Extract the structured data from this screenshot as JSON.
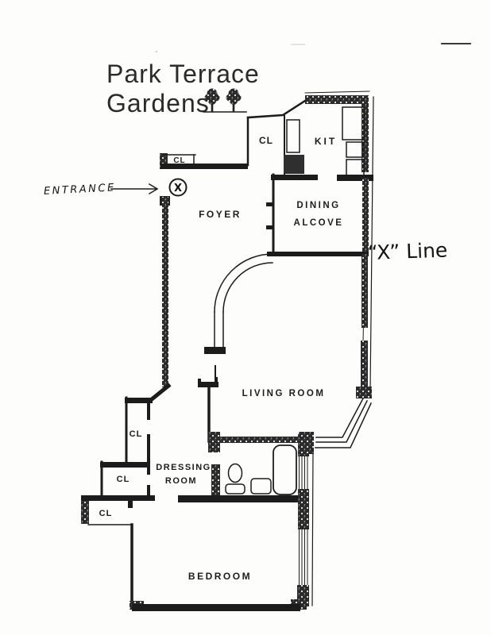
{
  "document": {
    "title_line1": "Park Terrace",
    "title_line2": "Gardens"
  },
  "annotations": {
    "entrance": "ENTRANCE",
    "entrance_symbol": "X",
    "line_name": "“X” Line"
  },
  "rooms": {
    "entry_closet": "CL",
    "hall_closet": "CL",
    "kitchen": "KIT",
    "dining_line1": "DINING",
    "dining_line2": "ALCOVE",
    "foyer": "FOYER",
    "living_room": "LIVING ROOM",
    "dressing_line1": "DRESSING",
    "dressing_line2": "ROOM",
    "closet1": "CL",
    "closet2": "CL",
    "closet3": "CL",
    "bedroom": "BEDROOM"
  },
  "colors": {
    "ink": "#1c1c1c",
    "paper": "#fdfdfc"
  }
}
